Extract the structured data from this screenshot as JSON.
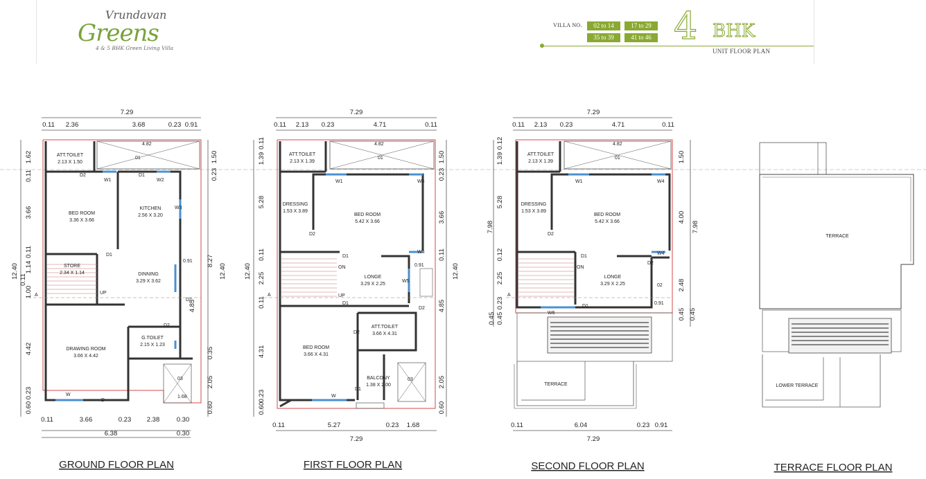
{
  "brand": {
    "top": "Vrundavan",
    "main": "Greens",
    "tagline": "4 & 5 BHK Green Living Villa"
  },
  "villa": {
    "label": "VILLA NO.",
    "ranges": [
      "02 to 14",
      "17 to 29",
      "35 to 39",
      "41 to 46"
    ]
  },
  "unit": {
    "big": "4",
    "small": "BHK",
    "label": "UNIT FLOOR PLAN"
  },
  "colors": {
    "accent": "#8aa932",
    "wall": "#333333",
    "outline": "#d04848",
    "window": "#4a90d0"
  },
  "plans": [
    {
      "title": "GROUND FLOOR PLAN",
      "top_total": "7.29",
      "top_dims": [
        "0.11",
        "2.36",
        "3.68",
        "0.23",
        "0.91"
      ],
      "bottom_dims": [
        "0.11",
        "3.66",
        "0.23",
        "2.38",
        "0.30"
      ],
      "bottom_total": "6.38",
      "bottom_extra": "0.30",
      "left_dims": [
        "1.62",
        "0.11",
        "3.66",
        "0.11",
        "1.14",
        "0.11",
        "1.00",
        "4.42",
        "0.23",
        "0.60"
      ],
      "left_total": "12.40",
      "right_dims": [
        "1.50",
        "0.23",
        "8.27",
        "4.85",
        "0.35",
        "2.05",
        "0.60"
      ],
      "right_total": "12.40",
      "rooms": [
        {
          "name": "ATT.TOILET",
          "size": "2.13 X 1.50"
        },
        {
          "name": "BED ROOM",
          "size": "3.36 X 3.66"
        },
        {
          "name": "KITCHEN",
          "size": "2.56 X 3.20"
        },
        {
          "name": "STORE",
          "size": "2.34 X 1.14"
        },
        {
          "name": "DINNING",
          "size": "3.29 X 3.62"
        },
        {
          "name": "G.TOILET",
          "size": "2.15 X 1.23"
        },
        {
          "name": "DRAWING ROOM",
          "size": "3.66 X 4.42"
        }
      ],
      "marks": [
        "4.82",
        "01",
        "D2",
        "W1",
        "D1",
        "W2",
        "W3",
        "D1",
        "0.91",
        "D2",
        "D2",
        "03",
        "1.68",
        "W",
        "D",
        "A",
        "UP"
      ]
    },
    {
      "title": "FIRST FLOOR PLAN",
      "top_total": "7.29",
      "top_dims": [
        "0.11",
        "2.13",
        "0.23",
        "4.71",
        "0.11"
      ],
      "bottom_dims": [
        "0.11",
        "5.27",
        "0.23",
        "1.68"
      ],
      "bottom_total": "7.29",
      "left_dims": [
        "0.11",
        "1.39",
        "5.28",
        "0.11",
        "2.25",
        "0.11",
        "4.31",
        "0.23",
        "0.60"
      ],
      "left_total": "12.40",
      "right_dims": [
        "0.23",
        "1.50",
        "3.66",
        "0.11",
        "4.85",
        "2.05",
        "0.60"
      ],
      "right_total": "12.40",
      "rooms": [
        {
          "name": "ATT.TOILET",
          "size": "2.13 X 1.39"
        },
        {
          "name": "DRESSING",
          "size": "1.53 X 3.89"
        },
        {
          "name": "BED ROOM",
          "size": "5.42 X 3.66"
        },
        {
          "name": "LONGE",
          "size": "3.29 X 2.25"
        },
        {
          "name": "ATT.TOILET",
          "size": "3.66 X 4.31"
        },
        {
          "name": "BED ROOM",
          "size": "3.66 X 4.31"
        },
        {
          "name": "BALCONY",
          "size": "1.38 X 2.00"
        }
      ],
      "marks": [
        "4.82",
        "01",
        "W1",
        "W4",
        "D2",
        "W4",
        "D1",
        "D1",
        "0.91",
        "W5",
        "D2",
        "D2",
        "D1",
        "03",
        "W",
        "A",
        "UP",
        "ON"
      ]
    },
    {
      "title": "SECOND FLOOR PLAN",
      "top_total": "7.29",
      "top_dims": [
        "0.11",
        "2.13",
        "0.23",
        "4.71",
        "0.11"
      ],
      "bottom_dims": [
        "0.11",
        "6.04",
        "0.23",
        "0.91"
      ],
      "bottom_total": "7.29",
      "left_dims": [
        "0.12",
        "1.39",
        "5.28",
        "7.98",
        "0.12",
        "2.25",
        "0.23",
        "0.45",
        "0.45"
      ],
      "right_dims": [
        "1.50",
        "4.00",
        "7.98",
        "2.48",
        "0.45",
        "0.45"
      ],
      "rooms": [
        {
          "name": "ATT.TOILET",
          "size": "2.13 X 1.39"
        },
        {
          "name": "DRESSING",
          "size": "1.53 X 3.89"
        },
        {
          "name": "BED ROOM",
          "size": "5.42 X 3.66"
        },
        {
          "name": "LONGE",
          "size": "3.29 X 2.25"
        },
        {
          "name": "TERRACE",
          "size": ""
        }
      ],
      "marks": [
        "4.82",
        "01",
        "W1",
        "W4",
        "D2",
        "D1",
        "W4",
        "D1",
        "0.91",
        "W6",
        "D2",
        "02",
        "A",
        "ON"
      ]
    },
    {
      "title": "TERRACE FLOOR PLAN",
      "rooms": [
        {
          "name": "TERRACE",
          "size": ""
        },
        {
          "name": "LOWER TERRACE",
          "size": ""
        }
      ]
    }
  ]
}
